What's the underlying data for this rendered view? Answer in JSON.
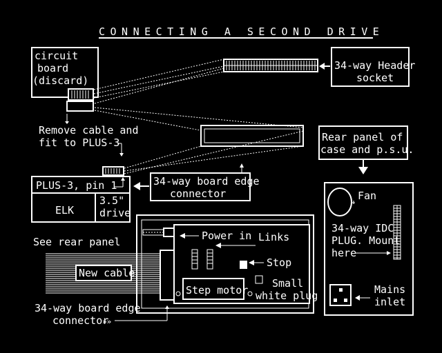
{
  "title": "CONNECTING A SECOND DRIVE",
  "colors": {
    "background": "#000000",
    "foreground": "#ffffff"
  },
  "labels": {
    "circuit_board": [
      "circuit",
      "board",
      "(discard)"
    ],
    "header_socket": [
      "34-way Header",
      "socket"
    ],
    "remove_cable": [
      "Remove cable and",
      "fit to PLUS-3"
    ],
    "rear_panel": [
      "Rear panel of",
      "case and p.s.u."
    ],
    "plus3_pin": "PLUS-3, pin 1",
    "elk": "ELK",
    "drive_35": [
      "3.5\"",
      "drive"
    ],
    "board_edge_top": [
      "34-way board edge",
      "connector"
    ],
    "fan": "Fan",
    "idc_plug": [
      "34-way IDC",
      "PLUG. Mount",
      "here"
    ],
    "see_rear": "See rear panel",
    "power_in": "Power in",
    "links": "Links",
    "stop": "Stop",
    "new_cable": "New cable",
    "step_motor": "Step motor",
    "small_white_plug": [
      "Small",
      "white plug"
    ],
    "mains_inlet": [
      "Mains",
      "inlet"
    ],
    "board_edge_bottom": [
      "34-way board edge",
      "connector"
    ]
  }
}
